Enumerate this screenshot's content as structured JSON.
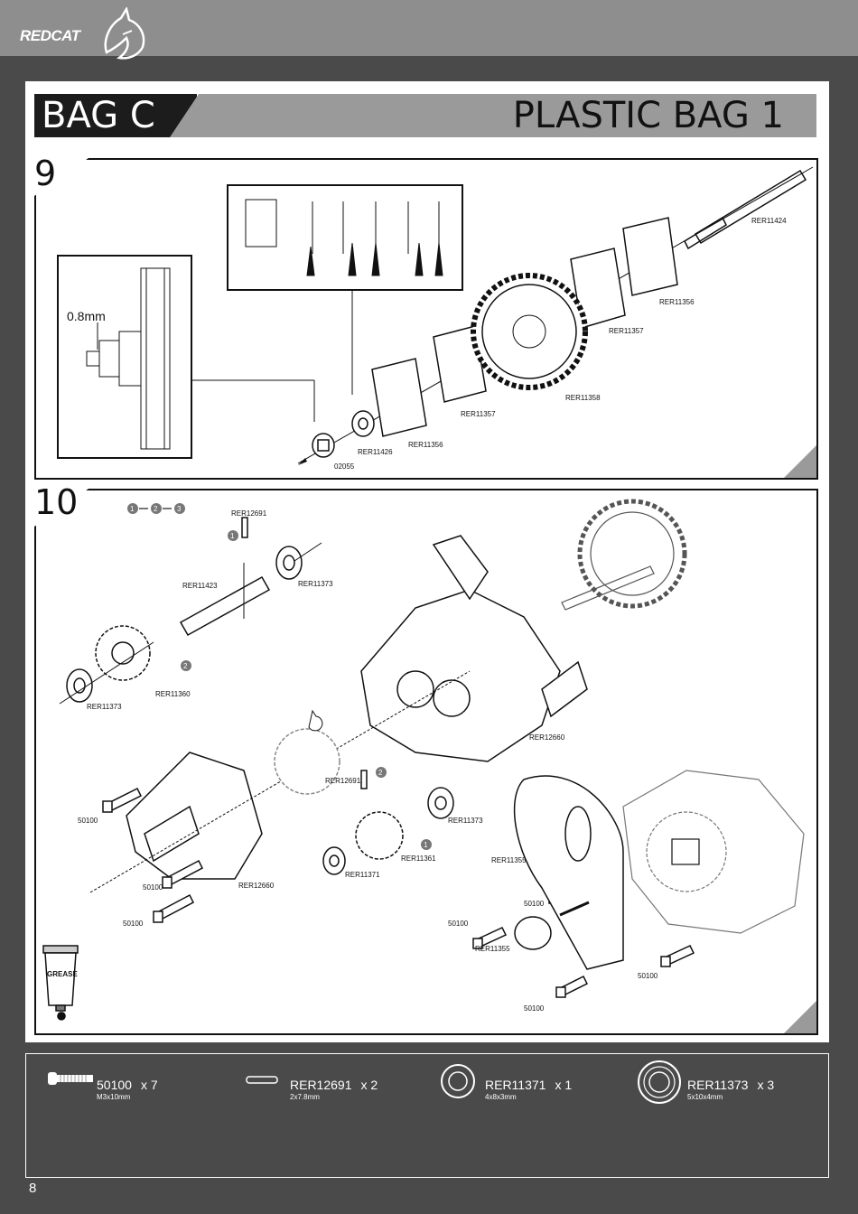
{
  "brand": {
    "name": "REDCAT"
  },
  "header": {
    "bag_label": "BAG C",
    "bag_type": "PLASTIC BAG 1"
  },
  "step9": {
    "number": "9",
    "inset_dimension": "0.8mm",
    "parts": {
      "rer11424": "RER11424",
      "rer11356_top": "RER11356",
      "rer11357_top": "RER11357",
      "rer11358": "RER11358",
      "rer11357_bottom": "RER11357",
      "rer11356_bottom": "RER11356",
      "rer11426": "RER11426",
      "p02055": "02055"
    }
  },
  "step10": {
    "number": "10",
    "sequence": [
      "1",
      "2",
      "3"
    ],
    "markers": {
      "m1_top": "1",
      "m2_left": "2",
      "m2_mid": "2",
      "m1_mid": "1"
    },
    "parts": {
      "rer12691_top": "RER12691",
      "rer11423": "RER11423",
      "rer11373_top": "RER11373",
      "rer11360": "RER11360",
      "rer11373_left": "RER11373",
      "rer12660_right": "RER12660",
      "rer12691_mid": "RER12691",
      "rer11373_mid": "RER11373",
      "rer11361": "RER11361",
      "rer11371": "RER11371",
      "s50100_a": "50100",
      "s50100_b": "50100",
      "rer12660_left": "RER12660",
      "s50100_c": "50100",
      "rer11355_a": "RER11355",
      "s50100_d": "50100",
      "s50100_e": "50100",
      "rer11355_b": "RER11355",
      "s50100_f": "50100",
      "s50100_g": "50100"
    },
    "grease_label": "GREASE"
  },
  "legend": [
    {
      "code": "50100",
      "qty": "x 7",
      "size": "M3x10mm",
      "icon": "screw-icon"
    },
    {
      "code": "RER12691",
      "qty": "x 2",
      "size": "2x7.8mm",
      "icon": "pin-icon"
    },
    {
      "code": "RER11371",
      "qty": "x 1",
      "size": "4x8x3mm",
      "icon": "bearing-small-icon"
    },
    {
      "code": "RER11373",
      "qty": "x 3",
      "size": "5x10x4mm",
      "icon": "bearing-large-icon"
    }
  ],
  "footer": {
    "page_number": "8"
  }
}
